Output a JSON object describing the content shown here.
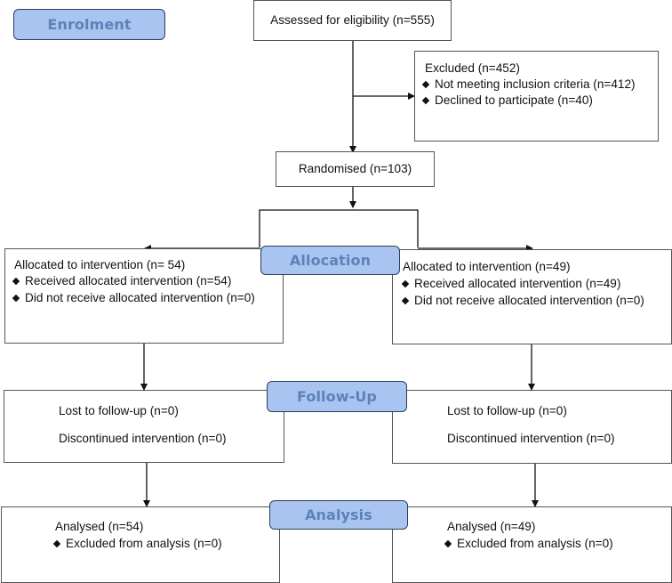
{
  "stages": {
    "enrolment": "Enrolment",
    "allocation": "Allocation",
    "follow_up": "Follow-Up",
    "analysis": "Analysis"
  },
  "assessed": {
    "text": "Assessed for eligibility (n=555)"
  },
  "excluded": {
    "title": "Excluded  (n=452)",
    "items": [
      "Not meeting inclusion criteria (n=412)",
      "Declined to participate (n=40)"
    ]
  },
  "randomised": {
    "text": "Randomised (n=103)"
  },
  "allocation": {
    "left": {
      "title": "Allocated to intervention (n= 54)",
      "items": [
        "Received allocated intervention (n=54)",
        "Did not receive allocated intervention (n=0)"
      ]
    },
    "right": {
      "title": "Allocated to intervention (n=49)",
      "items": [
        "Received allocated intervention (n=49)",
        "Did not receive allocated intervention (n=0)"
      ]
    }
  },
  "follow_up": {
    "left": {
      "lost": "Lost to follow-up (n=0)",
      "discontinued": "Discontinued intervention (n=0)"
    },
    "right": {
      "lost": "Lost to follow-up (n=0)",
      "discontinued": "Discontinued intervention (n=0)"
    }
  },
  "analysis": {
    "left": {
      "title": "Analysed (n=54)",
      "items": [
        "Excluded from analysis (n=0)"
      ]
    },
    "right": {
      "title": "Analysed  (n=49)",
      "items": [
        "Excluded from analysis (n=0)"
      ]
    }
  },
  "colors": {
    "stage_fill": "#a9c4f0",
    "stage_text": "#5f81b8",
    "stage_border": "#2e3d57",
    "box_border": "#555555",
    "line": "#111111"
  }
}
